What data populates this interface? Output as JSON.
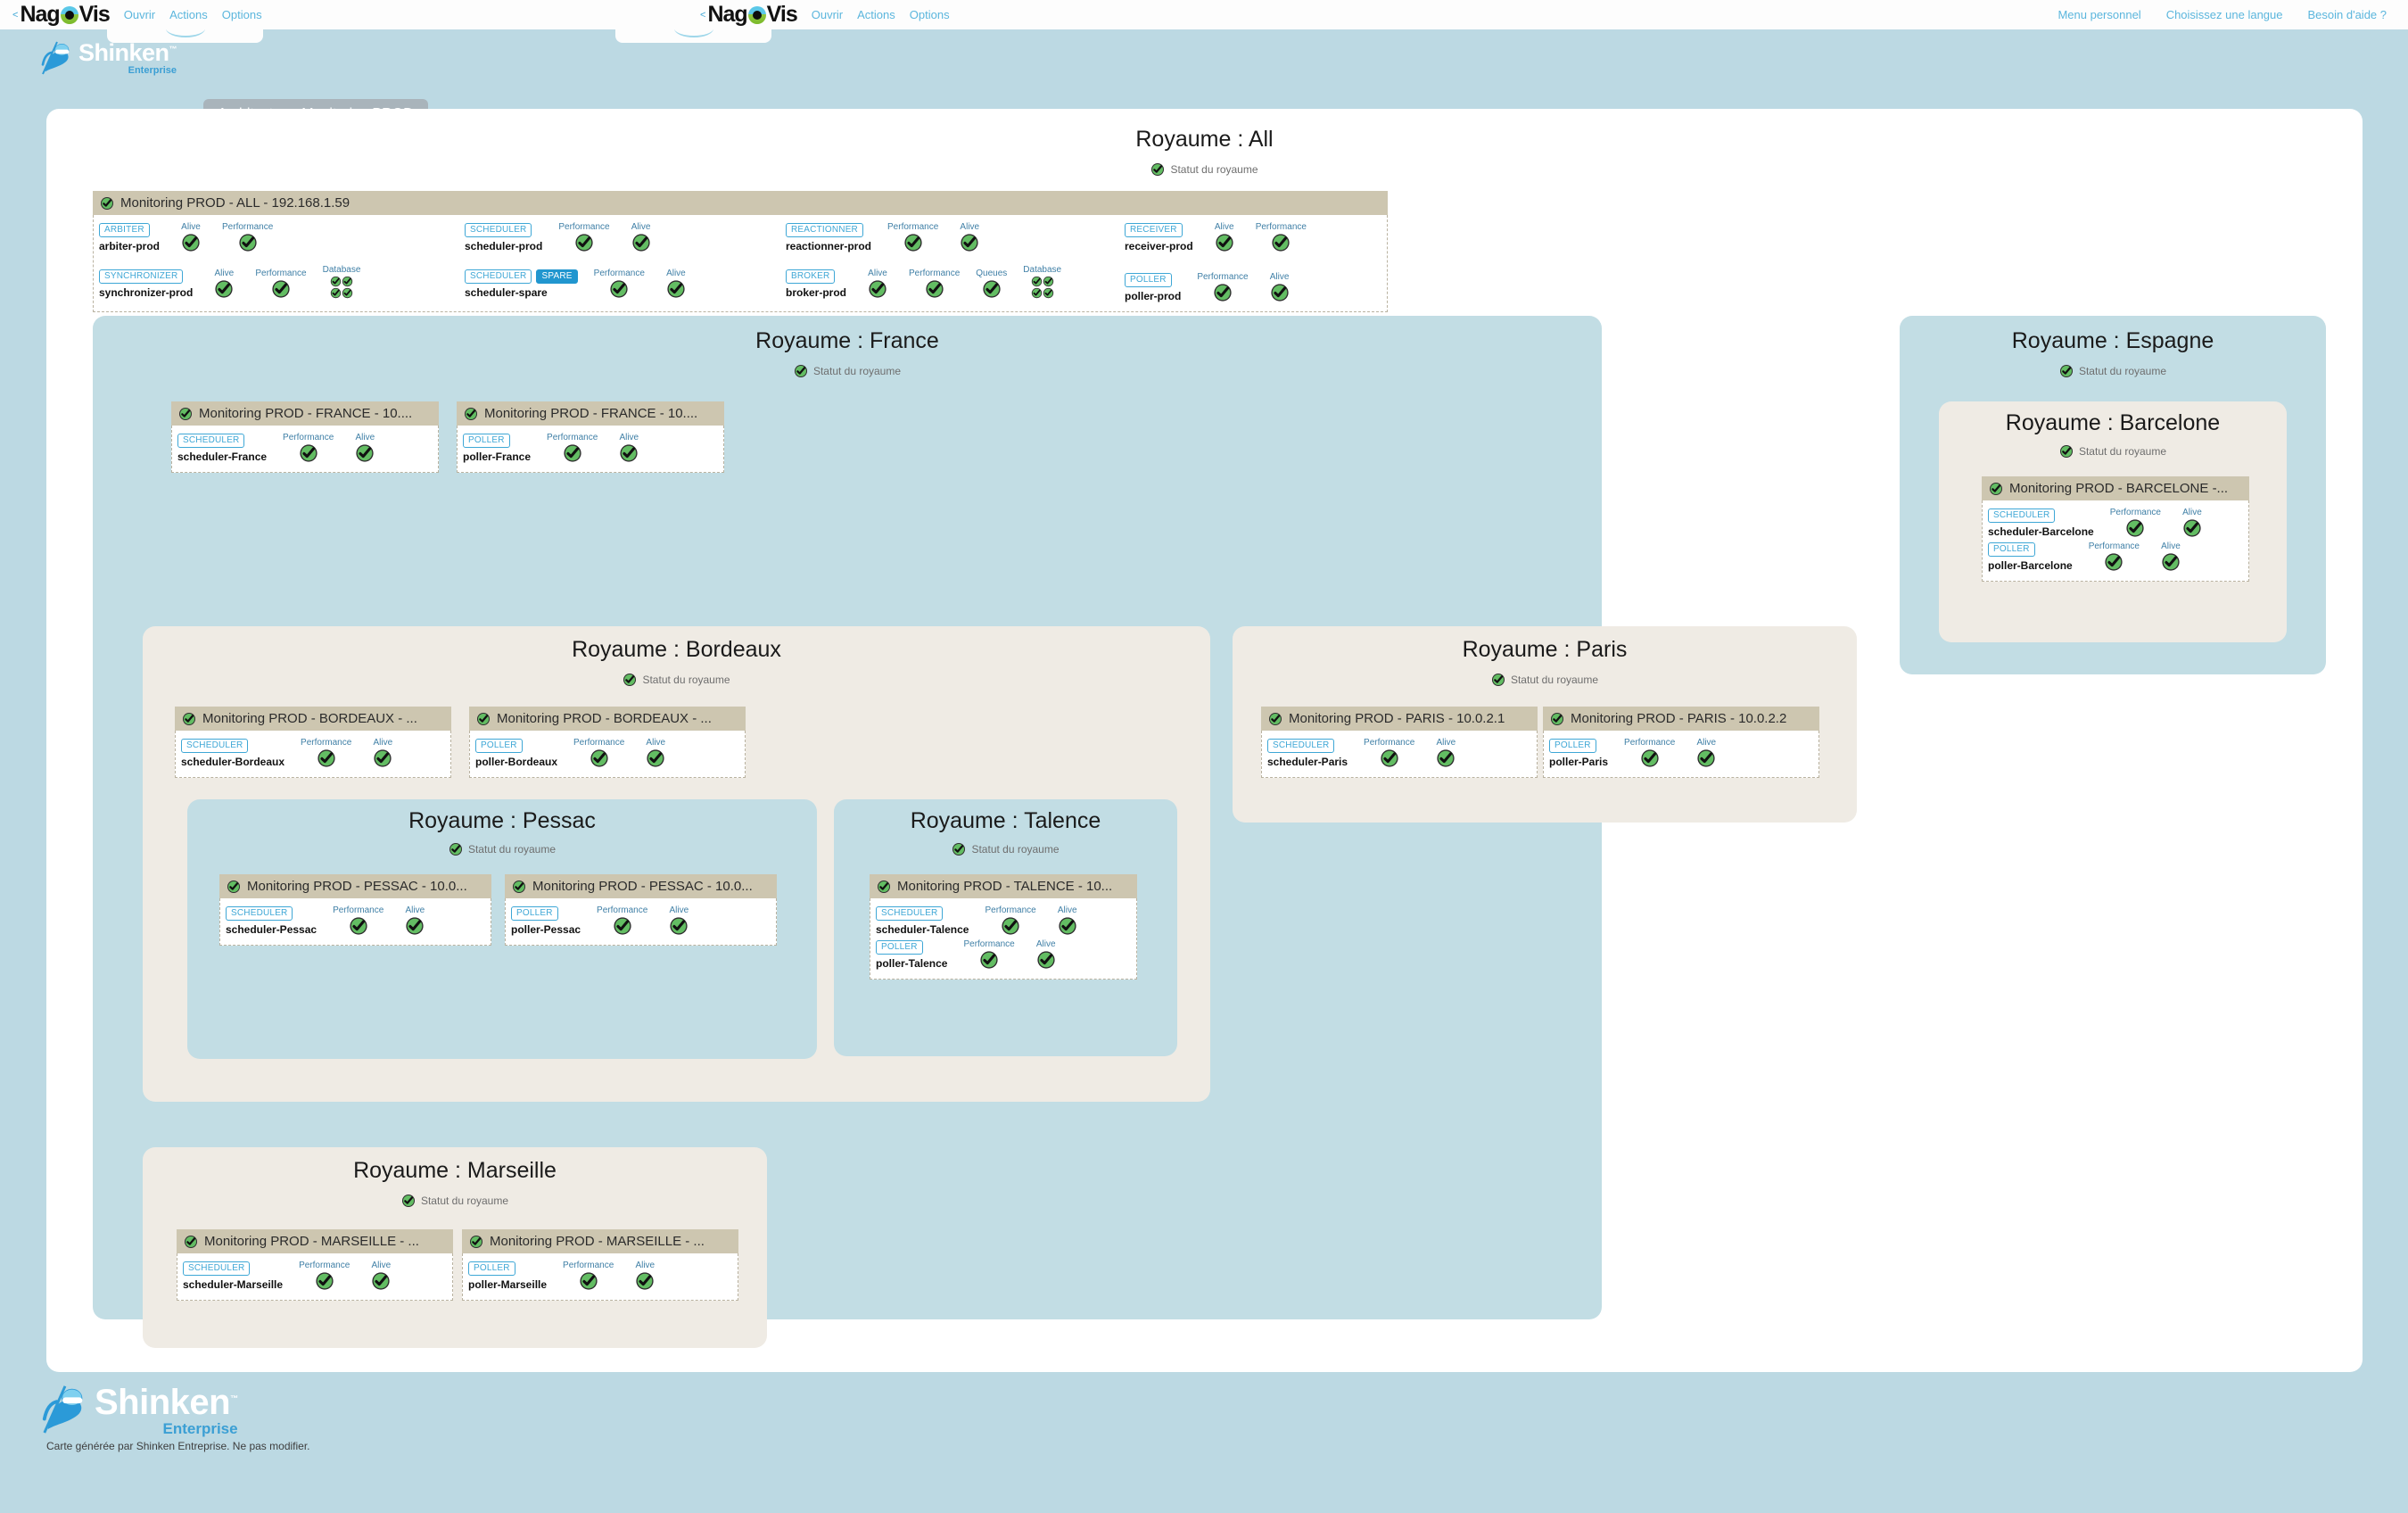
{
  "nav": {
    "brand": "NagVis",
    "caret": "<",
    "links": [
      "Ouvrir",
      "Actions",
      "Options"
    ],
    "right_links": [
      "Menu personnel",
      "Choisissez une langue",
      "Besoin d'aide ?"
    ]
  },
  "header": {
    "logo_name": "Shinken",
    "logo_tm": "™",
    "logo_sub": "Enterprise",
    "map_title": "Architecture: Monitoring PROD"
  },
  "footer": {
    "logo_name": "Shinken",
    "logo_tm": "™",
    "logo_sub": "Enterprise",
    "note": "Carte générée par Shinken Entreprise. Ne pas modifier."
  },
  "labels": {
    "status_royaume": "Statut du royaume",
    "alive": "Alive",
    "performance": "Performance",
    "database": "Database",
    "queues": "Queues"
  },
  "colors": {
    "page_bg": "#bcd9e3",
    "canvas_bg": "#ffffff",
    "royaume_blue": "#c2dde4",
    "royaume_beige": "#efebe4",
    "host_header": "#cdc6b0",
    "tag_blue": "#3ea7d6",
    "spare_blue": "#2196cf",
    "ok_green": "#5cb85c",
    "map_title_bg": "#a9b4bb"
  },
  "royaumes": {
    "all": {
      "title": "Royaume : All",
      "host": {
        "header": "Monitoring PROD - ALL - 192.168.1.59"
      }
    },
    "france": {
      "title": "Royaume : France"
    },
    "bordeaux": {
      "title": "Royaume : Bordeaux"
    },
    "pessac": {
      "title": "Royaume : Pessac"
    },
    "talence": {
      "title": "Royaume : Talence"
    },
    "paris": {
      "title": "Royaume : Paris"
    },
    "marseille": {
      "title": "Royaume : Marseille"
    },
    "espagne": {
      "title": "Royaume : Espagne"
    },
    "barcelone": {
      "title": "Royaume : Barcelone"
    }
  },
  "hosts": {
    "all": {
      "header": "Monitoring PROD - ALL - 192.168.1.59",
      "daemons": [
        {
          "tags": [
            "ARBITER"
          ],
          "name": "arbiter-prod",
          "metrics": [
            {
              "label": "Alive",
              "count": 1
            },
            {
              "label": "Performance",
              "count": 1
            }
          ]
        },
        {
          "tags": [
            "SCHEDULER"
          ],
          "name": "scheduler-prod",
          "metrics": [
            {
              "label": "Performance",
              "count": 1
            },
            {
              "label": "Alive",
              "count": 1
            }
          ]
        },
        {
          "tags": [
            "REACTIONNER"
          ],
          "name": "reactionner-prod",
          "metrics": [
            {
              "label": "Performance",
              "count": 1
            },
            {
              "label": "Alive",
              "count": 1
            }
          ]
        },
        {
          "tags": [
            "RECEIVER"
          ],
          "name": "receiver-prod",
          "metrics": [
            {
              "label": "Alive",
              "count": 1
            },
            {
              "label": "Performance",
              "count": 1
            }
          ]
        },
        {
          "tags": [
            "SYNCHRONIZER"
          ],
          "name": "synchronizer-prod",
          "metrics": [
            {
              "label": "Alive",
              "count": 1
            },
            {
              "label": "Performance",
              "count": 1
            },
            {
              "label": "Database",
              "count": 4
            }
          ]
        },
        {
          "tags": [
            "SCHEDULER",
            "SPARE"
          ],
          "name": "scheduler-spare",
          "metrics": [
            {
              "label": "Performance",
              "count": 1
            },
            {
              "label": "Alive",
              "count": 1
            }
          ]
        },
        {
          "tags": [
            "BROKER"
          ],
          "name": "broker-prod",
          "metrics": [
            {
              "label": "Alive",
              "count": 1
            },
            {
              "label": "Performance",
              "count": 1
            },
            {
              "label": "Queues",
              "count": 1
            },
            {
              "label": "Database",
              "count": 4
            }
          ]
        },
        {
          "tags": [
            "POLLER"
          ],
          "name": "poller-prod",
          "metrics": [
            {
              "label": "Performance",
              "count": 1
            },
            {
              "label": "Alive",
              "count": 1
            }
          ]
        }
      ]
    },
    "france_scheduler": {
      "header": "Monitoring PROD - FRANCE - 10....",
      "daemons": [
        {
          "tags": [
            "SCHEDULER"
          ],
          "name": "scheduler-France",
          "metrics": [
            {
              "label": "Performance",
              "count": 1
            },
            {
              "label": "Alive",
              "count": 1
            }
          ]
        }
      ]
    },
    "france_poller": {
      "header": "Monitoring PROD - FRANCE - 10....",
      "daemons": [
        {
          "tags": [
            "POLLER"
          ],
          "name": "poller-France",
          "metrics": [
            {
              "label": "Performance",
              "count": 1
            },
            {
              "label": "Alive",
              "count": 1
            }
          ]
        }
      ]
    },
    "bordeaux_scheduler": {
      "header": "Monitoring PROD - BORDEAUX - ...",
      "daemons": [
        {
          "tags": [
            "SCHEDULER"
          ],
          "name": "scheduler-Bordeaux",
          "metrics": [
            {
              "label": "Performance",
              "count": 1
            },
            {
              "label": "Alive",
              "count": 1
            }
          ]
        }
      ]
    },
    "bordeaux_poller": {
      "header": "Monitoring PROD - BORDEAUX - ...",
      "daemons": [
        {
          "tags": [
            "POLLER"
          ],
          "name": "poller-Bordeaux",
          "metrics": [
            {
              "label": "Performance",
              "count": 1
            },
            {
              "label": "Alive",
              "count": 1
            }
          ]
        }
      ]
    },
    "pessac_scheduler": {
      "header": "Monitoring PROD - PESSAC - 10.0...",
      "daemons": [
        {
          "tags": [
            "SCHEDULER"
          ],
          "name": "scheduler-Pessac",
          "metrics": [
            {
              "label": "Performance",
              "count": 1
            },
            {
              "label": "Alive",
              "count": 1
            }
          ]
        }
      ]
    },
    "pessac_poller": {
      "header": "Monitoring PROD - PESSAC - 10.0...",
      "daemons": [
        {
          "tags": [
            "POLLER"
          ],
          "name": "poller-Pessac",
          "metrics": [
            {
              "label": "Performance",
              "count": 1
            },
            {
              "label": "Alive",
              "count": 1
            }
          ]
        }
      ]
    },
    "talence": {
      "header": "Monitoring PROD - TALENCE - 10...",
      "daemons": [
        {
          "tags": [
            "SCHEDULER"
          ],
          "name": "scheduler-Talence",
          "metrics": [
            {
              "label": "Performance",
              "count": 1
            },
            {
              "label": "Alive",
              "count": 1
            }
          ]
        },
        {
          "tags": [
            "POLLER"
          ],
          "name": "poller-Talence",
          "metrics": [
            {
              "label": "Performance",
              "count": 1
            },
            {
              "label": "Alive",
              "count": 1
            }
          ]
        }
      ]
    },
    "paris_scheduler": {
      "header": "Monitoring PROD - PARIS - 10.0.2.1",
      "daemons": [
        {
          "tags": [
            "SCHEDULER"
          ],
          "name": "scheduler-Paris",
          "metrics": [
            {
              "label": "Performance",
              "count": 1
            },
            {
              "label": "Alive",
              "count": 1
            }
          ]
        }
      ]
    },
    "paris_poller": {
      "header": "Monitoring PROD - PARIS - 10.0.2.2",
      "daemons": [
        {
          "tags": [
            "POLLER"
          ],
          "name": "poller-Paris",
          "metrics": [
            {
              "label": "Performance",
              "count": 1
            },
            {
              "label": "Alive",
              "count": 1
            }
          ]
        }
      ]
    },
    "marseille_scheduler": {
      "header": "Monitoring PROD - MARSEILLE - ...",
      "daemons": [
        {
          "tags": [
            "SCHEDULER"
          ],
          "name": "scheduler-Marseille",
          "metrics": [
            {
              "label": "Performance",
              "count": 1
            },
            {
              "label": "Alive",
              "count": 1
            }
          ]
        }
      ]
    },
    "marseille_poller": {
      "header": "Monitoring PROD - MARSEILLE - ...",
      "daemons": [
        {
          "tags": [
            "POLLER"
          ],
          "name": "poller-Marseille",
          "metrics": [
            {
              "label": "Performance",
              "count": 1
            },
            {
              "label": "Alive",
              "count": 1
            }
          ]
        }
      ]
    },
    "barcelone": {
      "header": "Monitoring PROD - BARCELONE -...",
      "daemons": [
        {
          "tags": [
            "SCHEDULER"
          ],
          "name": "scheduler-Barcelone",
          "metrics": [
            {
              "label": "Performance",
              "count": 1
            },
            {
              "label": "Alive",
              "count": 1
            }
          ]
        },
        {
          "tags": [
            "POLLER"
          ],
          "name": "poller-Barcelone",
          "metrics": [
            {
              "label": "Performance",
              "count": 1
            },
            {
              "label": "Alive",
              "count": 1
            }
          ]
        }
      ]
    }
  }
}
